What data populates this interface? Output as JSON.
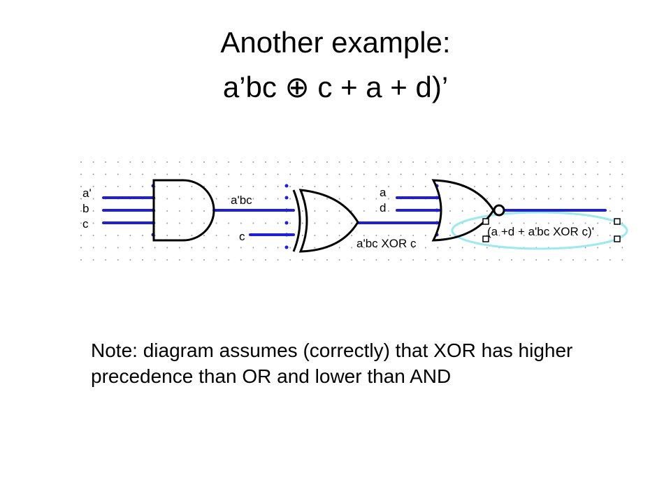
{
  "slide": {
    "title_line1": "Another example:",
    "title_line2": "a’bc ⊕ c + a + d)’",
    "note": "Note: diagram assumes (correctly) that XOR has higher precedence than OR and lower than AND"
  },
  "diagram": {
    "labels": {
      "input_a_prime": "a'",
      "input_b": "b",
      "input_c": "c",
      "and_out": "a'bc",
      "xor_in_c": "c",
      "or_in_a": "a",
      "or_in_d": "d",
      "xor_out": "a'bc XOR c",
      "final_out": "(a +d + a'bc XOR c)'"
    },
    "colors": {
      "wire": "#1f1fd6",
      "gate": "#000000",
      "grid": "#9a9a9a",
      "selection": "#9ee8f0"
    }
  }
}
